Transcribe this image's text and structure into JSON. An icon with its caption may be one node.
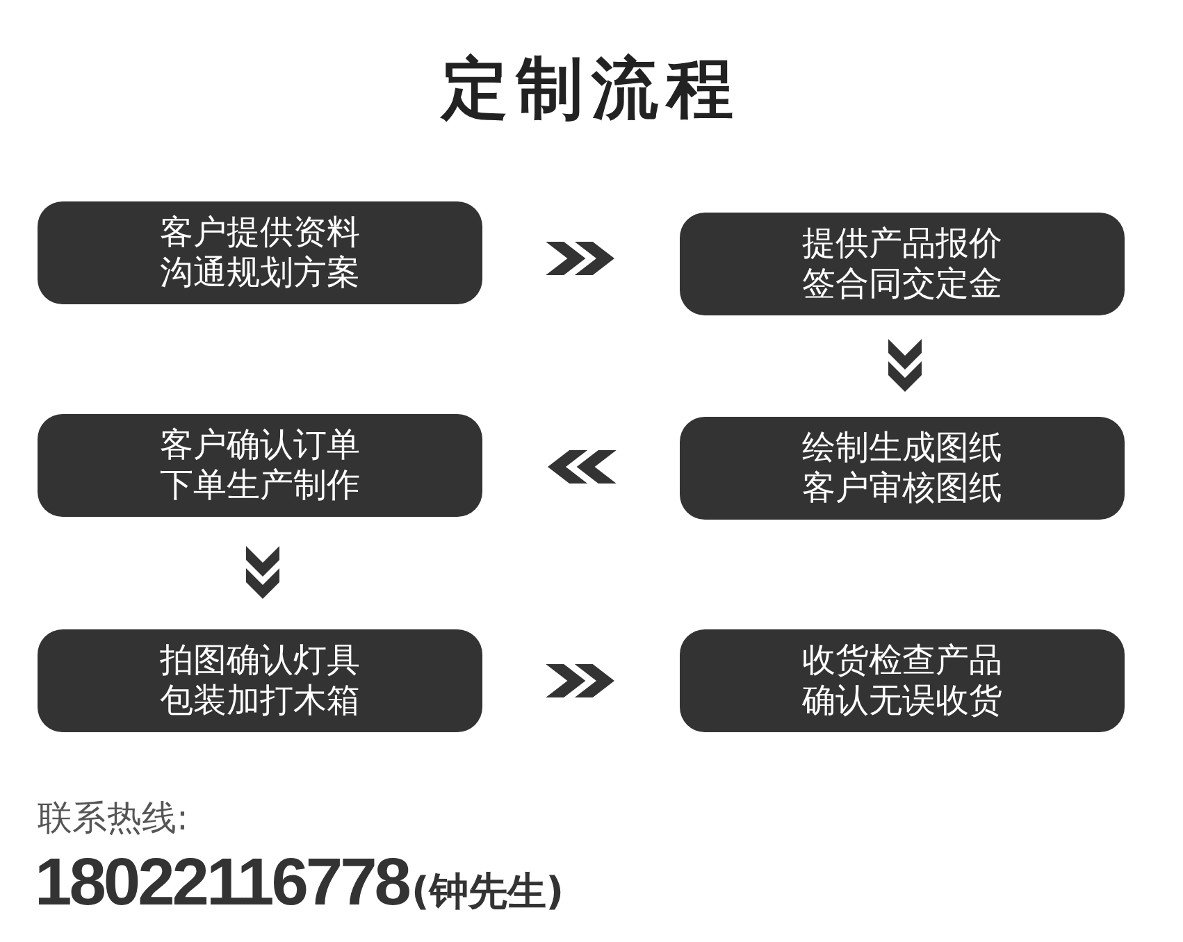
{
  "diagram": {
    "title": "定制流程",
    "nodes": [
      {
        "text": [
          "客户提供资料",
          "沟通规划方案"
        ]
      },
      {
        "text": [
          "提供产品报价",
          "签合同交定金"
        ]
      },
      {
        "text": [
          "绘制生成图纸",
          "客户审核图纸"
        ]
      },
      {
        "text": [
          "客户确认订单",
          "下单生产制作"
        ]
      },
      {
        "text": [
          "拍图确认灯具",
          "包装加打木箱"
        ]
      },
      {
        "text": [
          "收货检查产品",
          "确认无误收货"
        ]
      }
    ],
    "edges": [
      {
        "from": 0,
        "to": 1,
        "arrow": "to"
      },
      {
        "from": 1,
        "to": 2,
        "arrow": "to"
      },
      {
        "from": 2,
        "to": 3,
        "arrow": "to"
      },
      {
        "from": 3,
        "to": 4,
        "arrow": "to"
      },
      {
        "from": 4,
        "to": 5,
        "arrow": "to"
      }
    ],
    "labels": [
      "联系热线:",
      "18022116778",
      "(钟先生)"
    ]
  }
}
